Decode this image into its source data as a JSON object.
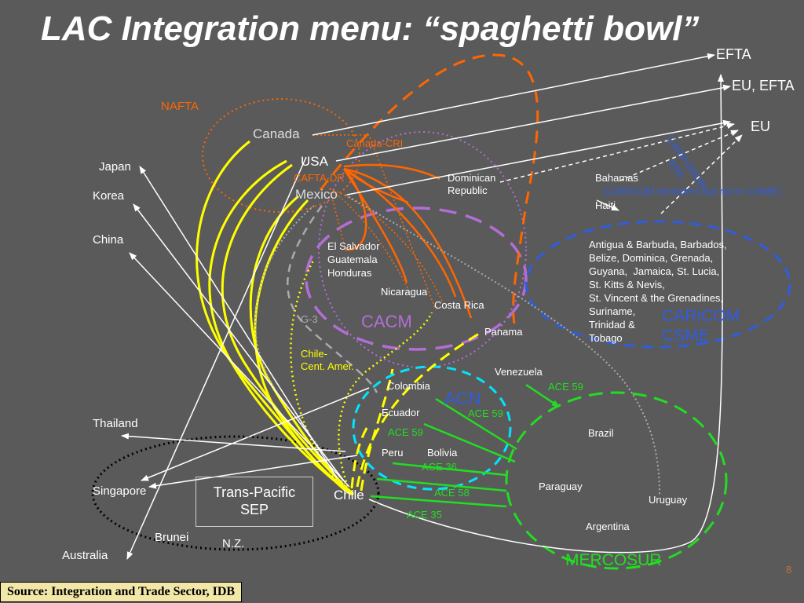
{
  "title": "LAC Integration menu: “spaghetti bowl”",
  "source": "Source: Integration and Trade Sector, IDB",
  "page_number": "8",
  "colors": {
    "background": "#5a5a5a",
    "nafta": "#ff6600",
    "yellow_links": "#ffff00",
    "cacm": "#b36ed6",
    "caricom": "#2f5de0",
    "acn": "#00e5ff",
    "mercosur": "#22dd22",
    "fta_arrows": "#ffffff"
  },
  "groups": {
    "nafta": "NAFTA",
    "cacm": "CACM",
    "caricom": "CARICOM\nCSME",
    "acn": "ACN",
    "mercosur": "MERCOSUR",
    "g3": "G-3",
    "trans_pacific": "Trans-Pacific\nSEP"
  },
  "agreements": {
    "canada_cri": "Canada-CRI",
    "cafta_dr": "CAFTA-DR",
    "chile_cent_amer": "Chile-\nCent. Amer.",
    "caricom_eu_epa": "CARIFORUM\nEPA",
    "ace59_venezuela": "ACE 59",
    "ace59_ecuador": "ACE 59",
    "ace59_colombia": "ACE 59",
    "ace36": "ACE 36",
    "ace58": "ACE 58",
    "ace35": "ACE 35"
  },
  "countries": {
    "efta": "EFTA",
    "eu_efta": "EU, EFTA",
    "eu": "EU",
    "canada": "Canada",
    "usa": "USA",
    "mexico": "Mexico",
    "japan": "Japan",
    "korea": "Korea",
    "china": "China",
    "thailand": "Thailand",
    "singapore": "Singapore",
    "brunei": "Brunei",
    "nz": "N.Z.",
    "australia": "Australia",
    "dominican_republic": "Dominican\nRepublic",
    "bahamas": "Bahamas",
    "bahamas_note": "(CARICOM members but not in CSME)",
    "haiti": "Haiti",
    "caricom_members": "Antigua & Barbuda, Barbados,\nBelize, Dominica, Grenada,\nGuyana,  Jamaica, St. Lucia,\nSt. Kitts & Nevis,\nSt. Vincent & the Grenadines,\nSuriname,\nTrinidad &\nTobago",
    "el_salvador_group": "El Salvador\nGuatemala\nHonduras",
    "nicaragua": "Nicaragua",
    "costa_rica": "Costa Rica",
    "panama": "Panama",
    "venezuela": "Venezuela",
    "colombia": "Colombia",
    "ecuador": "Ecuador",
    "peru": "Peru",
    "bolivia": "Bolivia",
    "chile": "Chile",
    "brazil": "Brazil",
    "paraguay": "Paraguay",
    "uruguay": "Uruguay",
    "argentina": "Argentina"
  }
}
